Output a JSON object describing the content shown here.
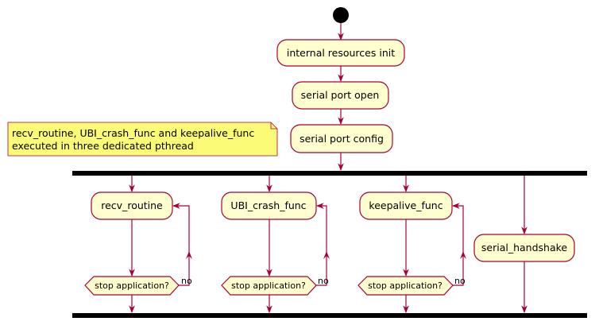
{
  "diagram": {
    "note": {
      "line1": "recv_routine, UBI_crash_func and keepalive_func",
      "line2": "executed in three dedicated pthread"
    },
    "steps": {
      "init": "internal resources init",
      "open": "serial port open",
      "config": "serial port config"
    },
    "branches": {
      "recv": {
        "activity": "recv_routine",
        "decision": "stop application?",
        "loop_label": "no"
      },
      "crash": {
        "activity": "UBI_crash_func",
        "decision": "stop application?",
        "loop_label": "no"
      },
      "keepalive": {
        "activity": "keepalive_func",
        "decision": "stop application?",
        "loop_label": "no"
      },
      "handshake": {
        "activity": "serial_handshake"
      }
    },
    "colors": {
      "node_fill": "#FEFECE",
      "node_stroke": "#A80036",
      "note_fill": "#FBFB77",
      "bar": "#000000"
    }
  }
}
